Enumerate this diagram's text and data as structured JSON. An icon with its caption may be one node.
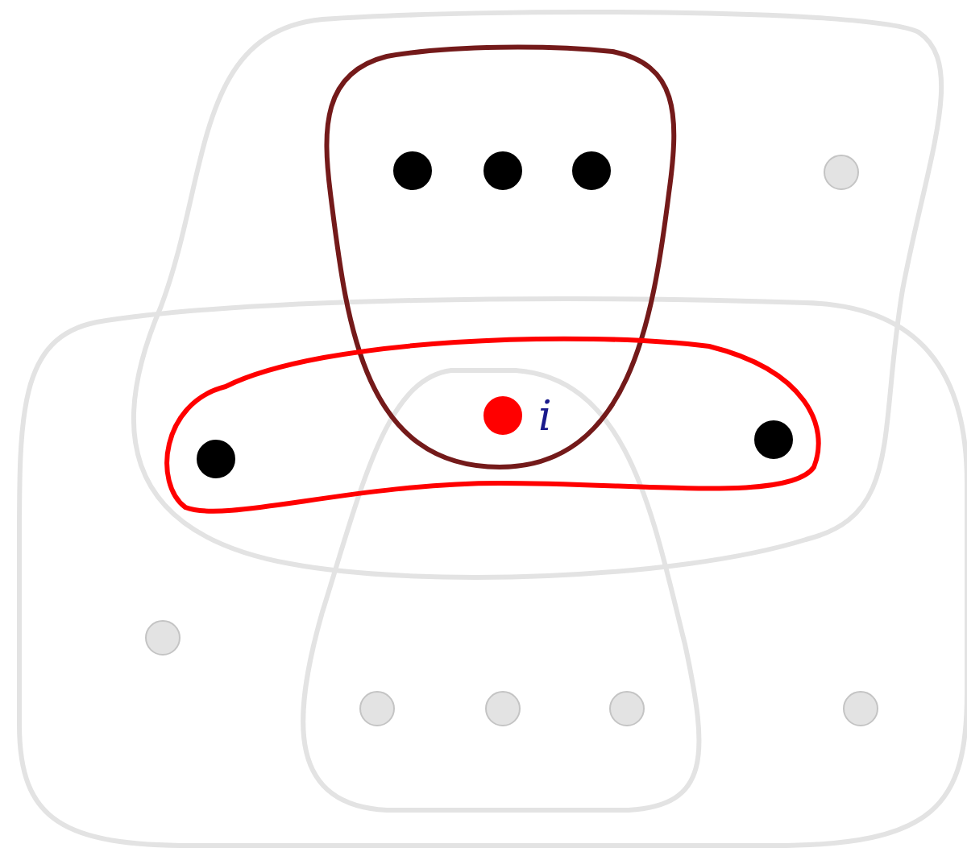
{
  "diagram": {
    "nodes": [
      {
        "text": [],
        "shape": "circle"
      },
      {
        "text": [],
        "shape": "circle"
      },
      {
        "text": [],
        "shape": "circle"
      },
      {
        "text": [],
        "shape": "circle"
      },
      {
        "text": [],
        "shape": "circle",
        "beside": [
          "i"
        ]
      },
      {
        "text": [],
        "shape": "circle"
      },
      {
        "text": [],
        "shape": "circle"
      },
      {
        "text": [],
        "shape": "circle"
      },
      {
        "text": [],
        "shape": "circle"
      },
      {
        "text": [],
        "shape": "circle"
      },
      {
        "text": [],
        "shape": "circle"
      },
      {
        "text": [],
        "shape": "circle"
      }
    ]
  }
}
